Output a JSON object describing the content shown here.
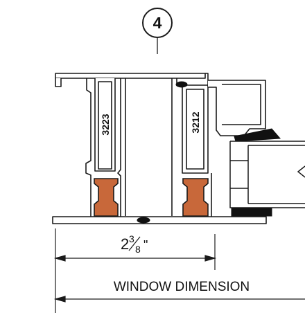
{
  "detail_callout": {
    "number": "4"
  },
  "parts": {
    "left_reinforcement": "3223",
    "right_reinforcement": "3212"
  },
  "dimensions": {
    "frame_depth": {
      "whole": "2",
      "numerator": "3",
      "denominator": "8",
      "unit": "\""
    },
    "overall": "WINDOW DIMENSION"
  },
  "colors": {
    "thermal_break": "#C8683A",
    "gasket": "#111111",
    "line": "#1A1A1A",
    "frame_fill": "#FFFFFF"
  }
}
